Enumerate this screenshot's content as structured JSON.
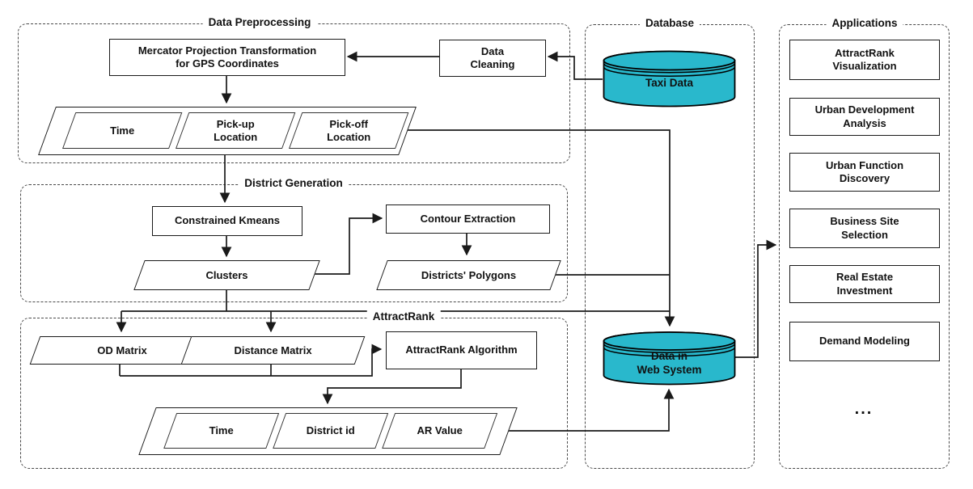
{
  "panels": {
    "preprocessing": {
      "label": "Data Preprocessing"
    },
    "district": {
      "label": "District Generation"
    },
    "attractrank": {
      "label": "AttractRank"
    },
    "database": {
      "label": "Database"
    },
    "applications": {
      "label": "Applications"
    }
  },
  "nodes": {
    "mercator": {
      "line1": "Mercator Projection Transformation",
      "line2": "for GPS Coordinates"
    },
    "data_cleaning": {
      "line1": "Data",
      "line2": "Cleaning"
    },
    "taxi_data": {
      "label": "Taxi Data"
    },
    "row1": {
      "time": "Time",
      "pickup_line1": "Pick-up",
      "pickup_line2": "Location",
      "pickoff_line1": "Pick-off",
      "pickoff_line2": "Location"
    },
    "constrained_kmeans": {
      "label": "Constrained Kmeans"
    },
    "contour_extraction": {
      "label": "Contour Extraction"
    },
    "clusters": {
      "label": "Clusters"
    },
    "districts_polygons": {
      "label": "Districts' Polygons"
    },
    "od_matrix": {
      "label": "OD Matrix"
    },
    "distance_matrix": {
      "label": "Distance Matrix"
    },
    "attractrank_algorithm": {
      "label": "AttractRank Algorithm"
    },
    "row2": {
      "time": "Time",
      "district_id": "District id",
      "ar_value": "AR Value"
    },
    "web_system": {
      "line1": "Data in",
      "line2": "Web System"
    }
  },
  "applications": {
    "items": [
      {
        "line1": "AttractRank",
        "line2": "Visualization"
      },
      {
        "line1": "Urban Development",
        "line2": "Analysis"
      },
      {
        "line1": "Urban Function",
        "line2": "Discovery"
      },
      {
        "line1": "Business Site",
        "line2": "Selection"
      },
      {
        "line1": "Real Estate",
        "line2": "Investment"
      },
      {
        "line1": "Demand Modeling",
        "line2": ""
      }
    ],
    "ellipsis": "..."
  },
  "colors": {
    "cylinder_fill": "#29B8CC",
    "line": "#1a1a1a",
    "dashed_border": "#4a4a4a",
    "background": "#ffffff"
  }
}
